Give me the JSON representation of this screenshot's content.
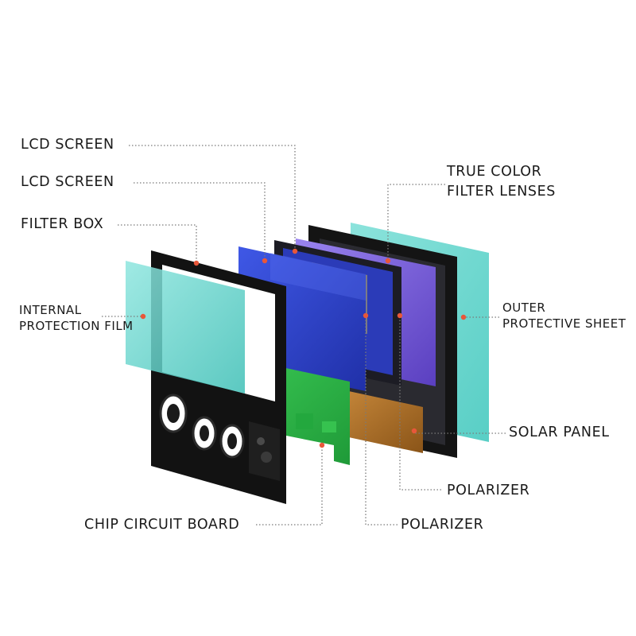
{
  "diagram": {
    "labels": {
      "lcd_screen_1": "LCD SCREEN",
      "lcd_screen_2": "LCD SCREEN",
      "filter_box": "FILTER BOX",
      "internal_protection_film_line1": "INTERNAL",
      "internal_protection_film_line2": "PROTECTION FILM",
      "true_color_line1": "TRUE COLOR",
      "true_color_line2": "FILTER LENSES",
      "outer_sheet_line1": "OUTER",
      "outer_sheet_line2": "PROTECTIVE SHEET",
      "solar_panel": "SOLAR PANEL",
      "polarizer_1": "POLARIZER",
      "polarizer_2": "POLARIZER",
      "chip_circuit_board": "CHIP CIRCUIT BOARD"
    },
    "colors": {
      "leader_line": "#7a7a7a",
      "callout_dot": "#e8573a",
      "frame": "#141414",
      "teal_film": "#5fd3cc",
      "lcd_blue": "#2f3fc8",
      "lcd_purple": "#7a5ad8",
      "circuit_green": "#2fb84a",
      "solar_brown": "#b0702a"
    }
  }
}
